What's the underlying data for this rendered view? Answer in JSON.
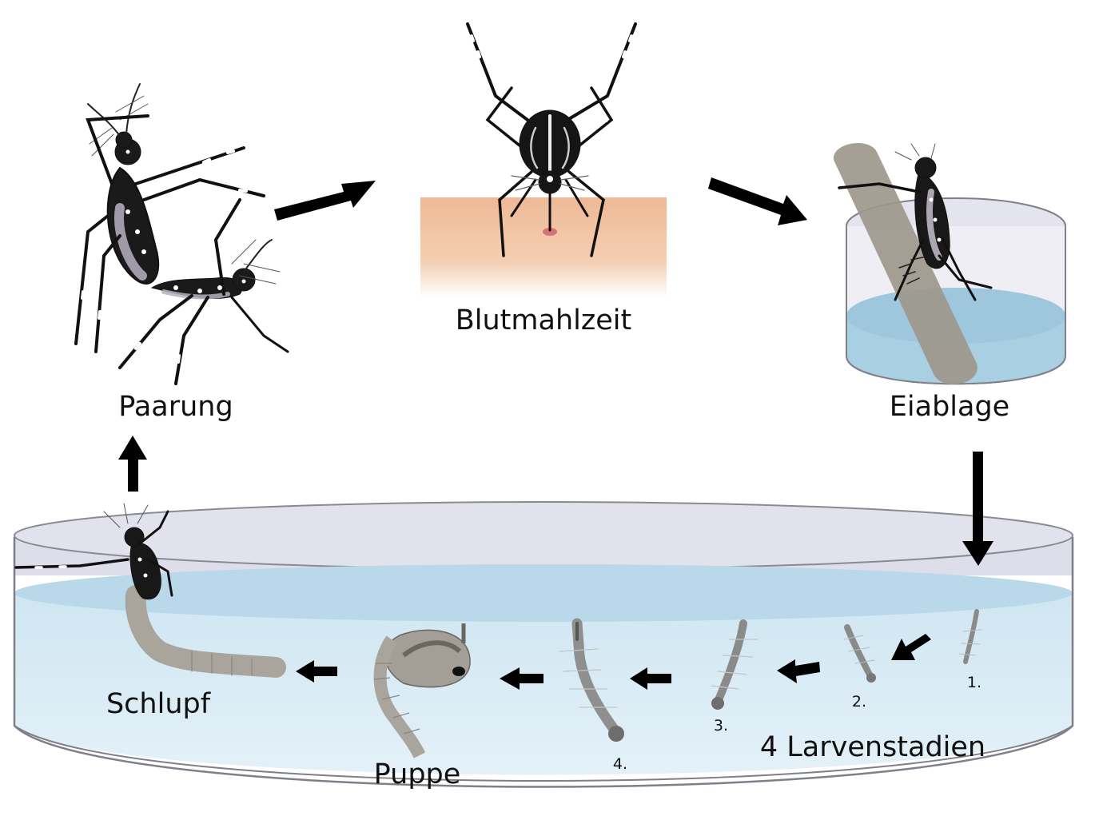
{
  "colors": {
    "arrow": "#000000",
    "skin": "#eeb996",
    "water_top": "#b7d8e8",
    "water_body": "#d6ebf5",
    "container_rim": "#dcdce8",
    "container_stroke": "#7f7f8a",
    "larva": "#8f8f8f",
    "pupa": "#a7a39b",
    "mosquito": "#111111"
  },
  "stages": {
    "mating": "Paarung",
    "blood_meal": "Blutmahlzeit",
    "egg_laying": "Eiablage",
    "larval_stages": "4 Larvenstadien",
    "pupa": "Puppe",
    "emergence": "Schlupf"
  },
  "larva_numbers": [
    "1.",
    "2.",
    "3.",
    "4."
  ],
  "icons": {
    "mating": "mating-mosquitoes-icon",
    "blood_meal": "biting-mosquito-icon",
    "egg_laying": "egg-laying-mosquito-icon",
    "larva": "larva-icon",
    "pupa": "pupa-icon",
    "emergence": "emerging-mosquito-icon",
    "arrow": "arrow-icon"
  }
}
